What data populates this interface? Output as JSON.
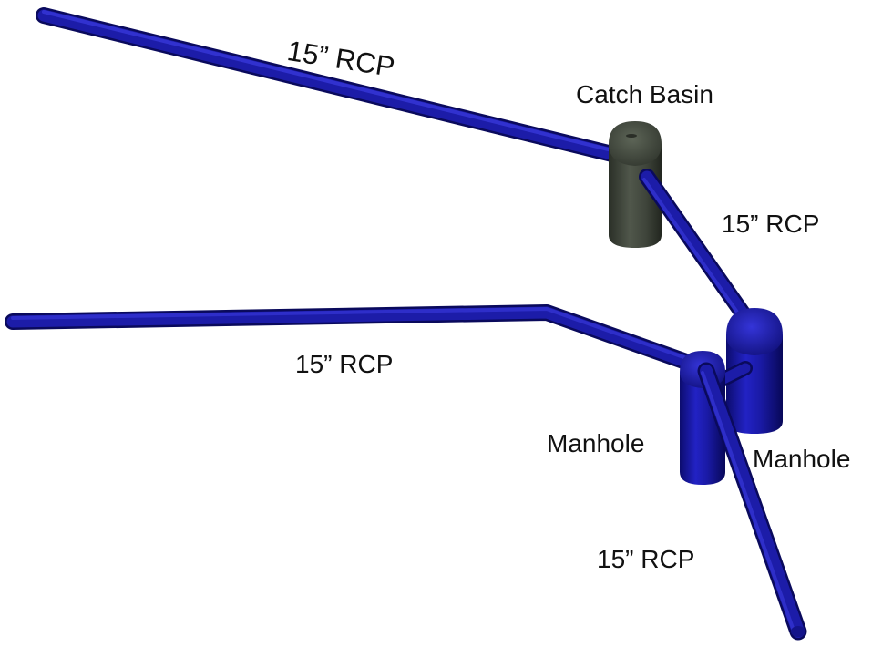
{
  "labels": {
    "pipe_top": "15” RCP",
    "catch_basin": "Catch Basin",
    "pipe_right": "15” RCP",
    "pipe_mid": "15” RCP",
    "manhole_front": "Manhole",
    "manhole_back": "Manhole",
    "pipe_bottom": "15” RCP"
  },
  "colors": {
    "pipe": "#1c1ca8",
    "pipe_dark": "#0a0a5c",
    "pipe_light": "#3a3ae0",
    "manhole": "#1b1bb0",
    "catch_basin": "#3d4339"
  }
}
